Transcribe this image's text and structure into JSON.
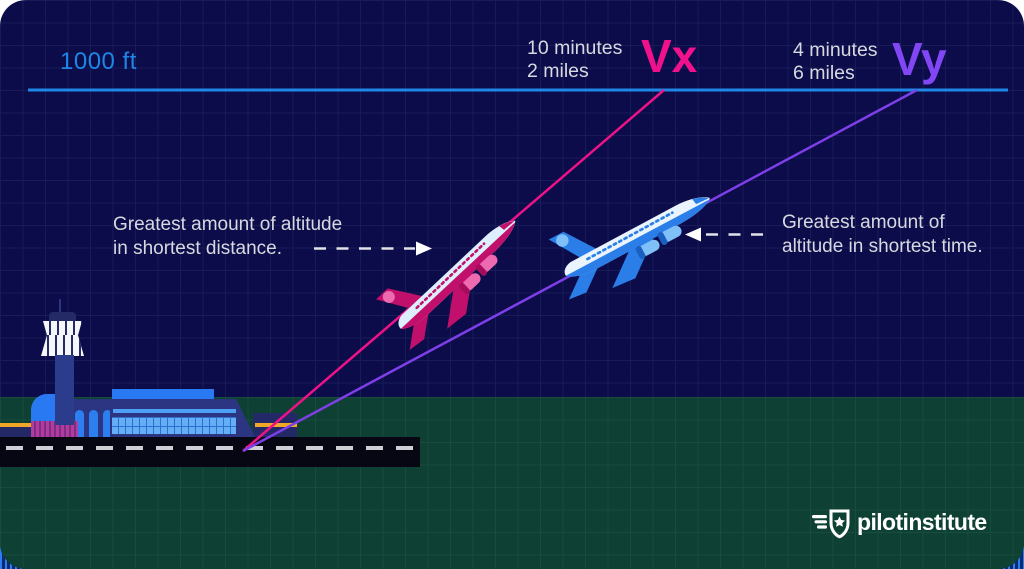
{
  "altitude": {
    "label": "1000 ft"
  },
  "vx": {
    "time": "10 minutes",
    "distance": "2 miles",
    "symbol": "Vx",
    "note_line1": "Greatest amount of altitude",
    "note_line2": "in shortest distance."
  },
  "vy": {
    "time": "4 minutes",
    "distance": "6 miles",
    "symbol": "Vy",
    "note_line1": "Greatest amount of",
    "note_line2": "altitude in shortest time."
  },
  "logo": {
    "text": "pilotinstitute"
  },
  "colors": {
    "background_navy": "#0c0c4a",
    "ground_green": "#0e4134",
    "vx_pink": "#ee1287",
    "vy_purple": "#7e3fe8",
    "altitude_blue": "#1e87e5",
    "text_gray": "#d8d8e0",
    "terminal_blue": "#2979f2",
    "runway_black": "#070714",
    "logo_white": "#ffffff"
  }
}
